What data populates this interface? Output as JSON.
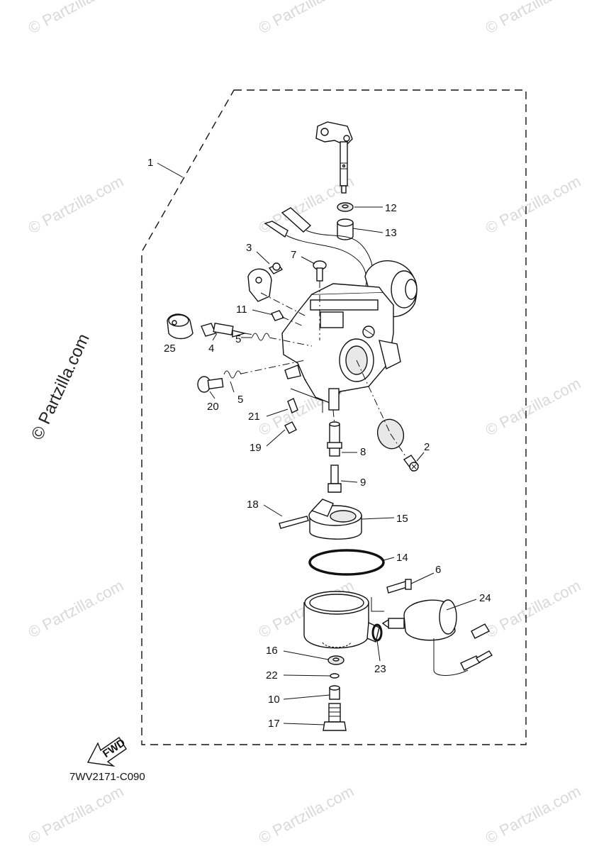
{
  "watermark": {
    "text": "© Partzilla.com",
    "side_text": "© Partzilla.com"
  },
  "diagram_code": "7WV2171-C090",
  "fwd_label": "FWD",
  "callouts": {
    "c1": "1",
    "c2": "2",
    "c3": "3",
    "c4": "4",
    "c5a": "5",
    "c5b": "5",
    "c6": "6",
    "c7": "7",
    "c8": "8",
    "c9": "9",
    "c10": "10",
    "c11": "11",
    "c12": "12",
    "c13": "13",
    "c14": "14",
    "c15": "15",
    "c16": "16",
    "c17": "17",
    "c18": "18",
    "c19": "19",
    "c20": "20",
    "c21": "21",
    "c22": "22",
    "c23": "23",
    "c24": "24",
    "c25": "25"
  }
}
